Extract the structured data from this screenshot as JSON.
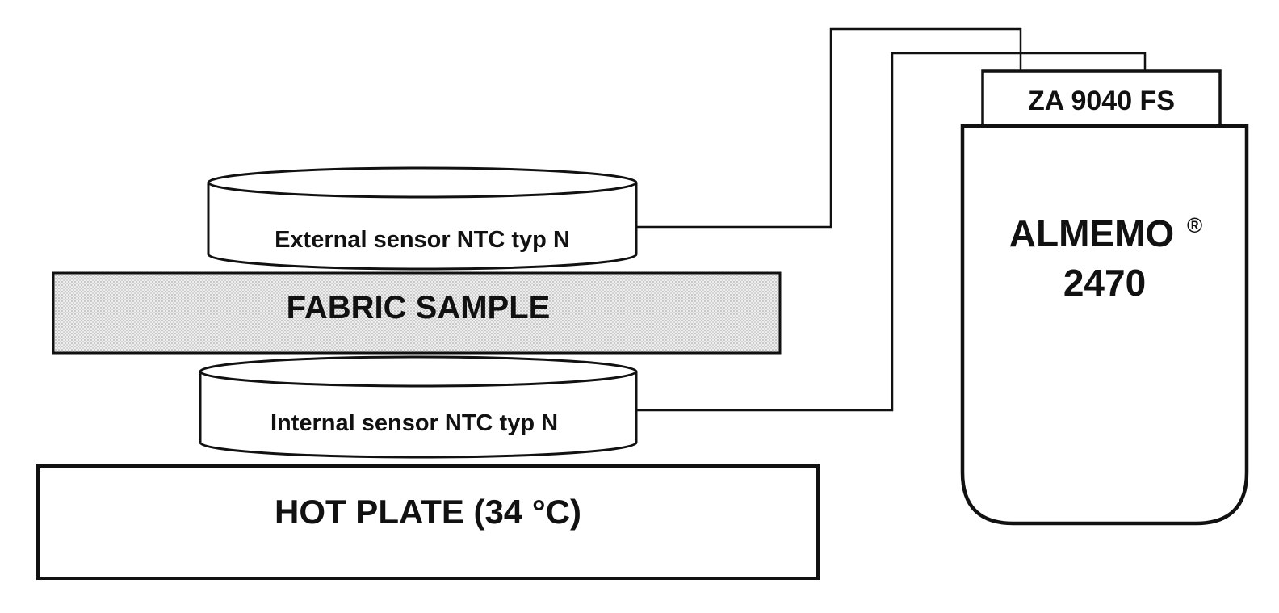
{
  "external_sensor": {
    "label": "External sensor NTC typ N"
  },
  "fabric_sample": {
    "label": "FABRIC SAMPLE"
  },
  "internal_sensor": {
    "label": "Internal sensor NTC typ N"
  },
  "hot_plate": {
    "label": "HOT PLATE (34 °C)"
  },
  "connector": {
    "label": "ZA 9040 FS"
  },
  "device": {
    "name": "ALMEMO",
    "registered_mark": "®",
    "model": "2470"
  },
  "colors": {
    "stroke": "#111111",
    "fabric_fill": "#e2e2e2",
    "background": "#ffffff"
  }
}
